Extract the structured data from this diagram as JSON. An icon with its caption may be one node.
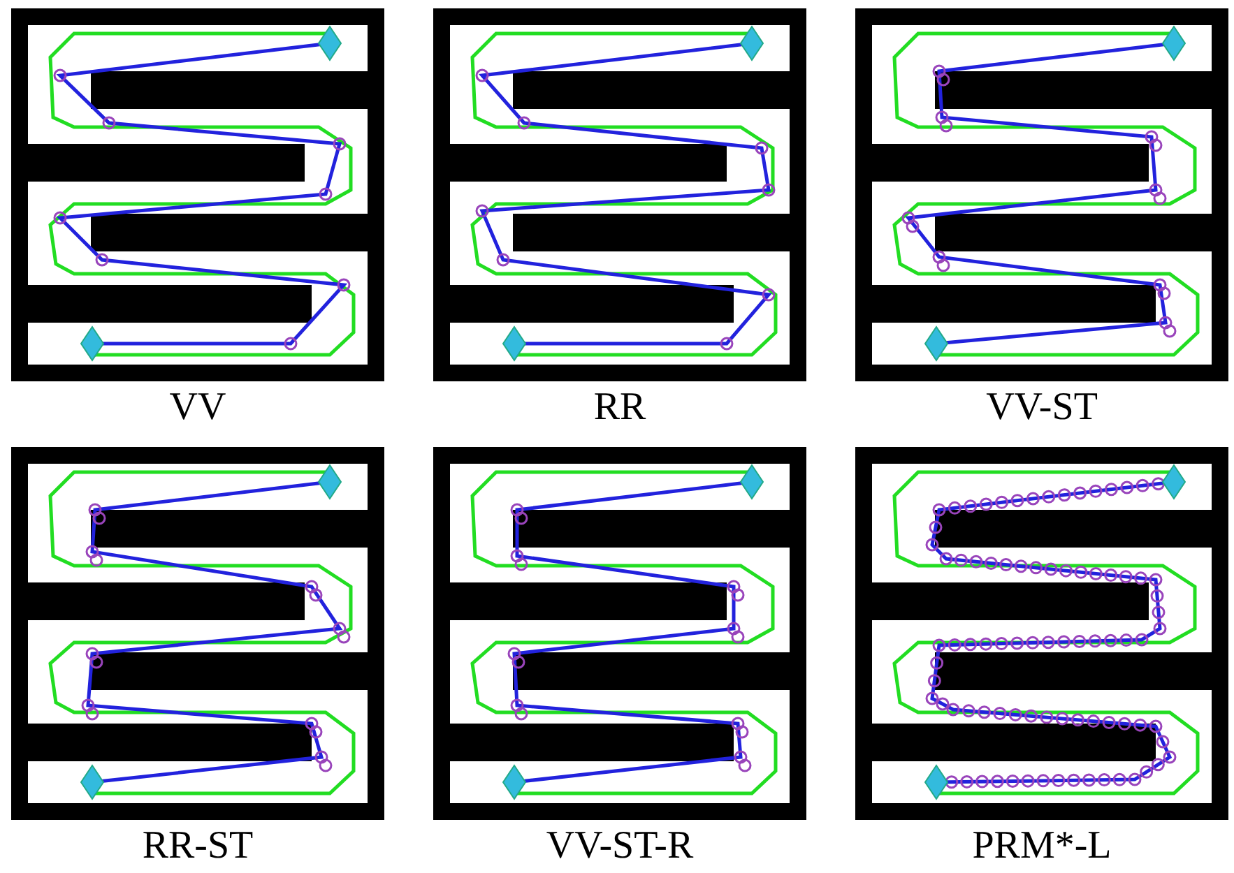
{
  "diagram": {
    "labels": [
      "VV",
      "RR",
      "VV-ST",
      "RR-ST",
      "VV-ST-R",
      "PRM*-L"
    ]
  }
}
